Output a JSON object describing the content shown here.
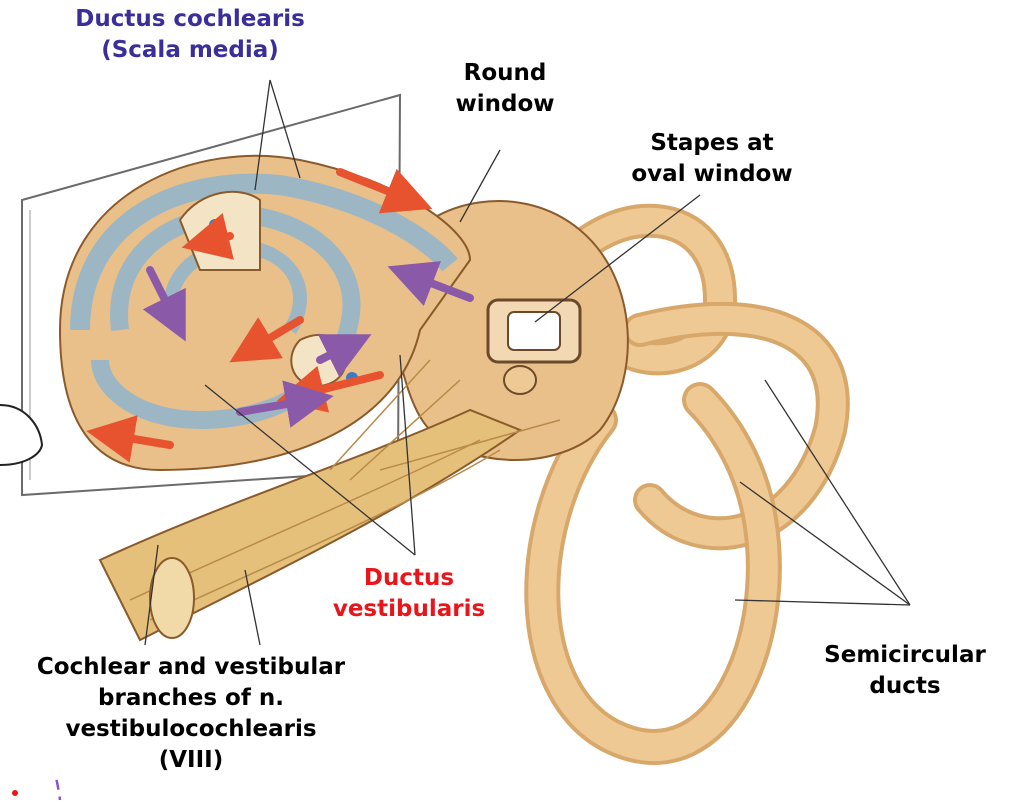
{
  "labels": {
    "ductus_cochlearis": [
      "Ductus cochlearis",
      "(Scala media)"
    ],
    "round_window": [
      "Round",
      "window"
    ],
    "stapes": [
      "Stapes at",
      "oval window"
    ],
    "ductus_vestibularis": [
      "Ductus",
      "vestibularis"
    ],
    "semicircular": [
      "Semicircular",
      "ducts"
    ],
    "nerve": [
      "Cochlear and vestibular",
      "branches of n.",
      "vestibulocochlearis",
      "(VIII)"
    ]
  },
  "colors": {
    "label_default": "#000000",
    "ductus_cochlearis": "#3a2f9a",
    "ductus_vestibularis": "#e8161b",
    "bone": "#e9c08a",
    "bone_outline": "#8a5a2b",
    "duct_blue": "#9db6c4",
    "arrow_red": "#e8532f",
    "arrow_purple": "#8a5aa8",
    "dashed_circle": "#8a4fd6"
  }
}
